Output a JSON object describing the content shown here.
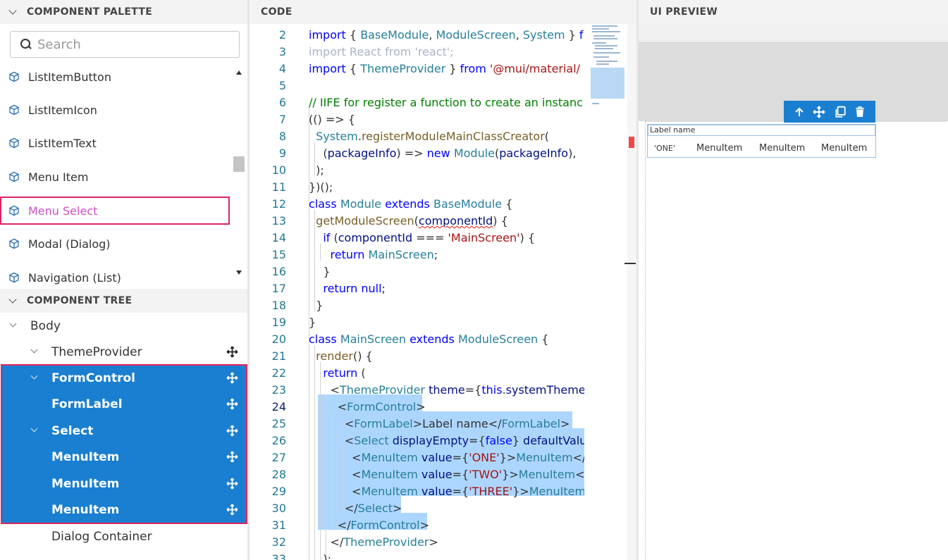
{
  "palette": {
    "header": "COMPONENT PALETTE",
    "search_placeholder": "Search",
    "items": [
      {
        "label": "ListItemButton"
      },
      {
        "label": "ListItemIcon"
      },
      {
        "label": "ListItemText"
      },
      {
        "label": "Menu Item"
      },
      {
        "label": "Menu Select"
      },
      {
        "label": "Modal (Dialog)"
      },
      {
        "label": "Navigation (List)"
      }
    ]
  },
  "tree": {
    "header": "COMPONENT TREE",
    "rows": [
      {
        "label": "Body"
      },
      {
        "label": "ThemeProvider"
      },
      {
        "label": "FormControl"
      },
      {
        "label": "FormLabel"
      },
      {
        "label": "Select"
      },
      {
        "label": "MenuItem"
      },
      {
        "label": "MenuItem"
      },
      {
        "label": "MenuItem"
      },
      {
        "label": "Dialog Container"
      }
    ]
  },
  "code": {
    "header": "CODE",
    "line_numbers": [
      "2",
      "3",
      "4",
      "5",
      "6",
      "7",
      "8",
      "9",
      "10",
      "11",
      "12",
      "13",
      "14",
      "15",
      "16",
      "17",
      "18",
      "19",
      "20",
      "21",
      "22",
      "23",
      "24",
      "25",
      "26",
      "27",
      "28",
      "29",
      "30",
      "31",
      "32",
      "33"
    ],
    "current_line": "24"
  },
  "preview": {
    "header": "UI PREVIEW",
    "form_label": "Label name",
    "menu_items": [
      "'ONE'",
      "MenuItem",
      "MenuItem",
      "MenuItem"
    ]
  }
}
